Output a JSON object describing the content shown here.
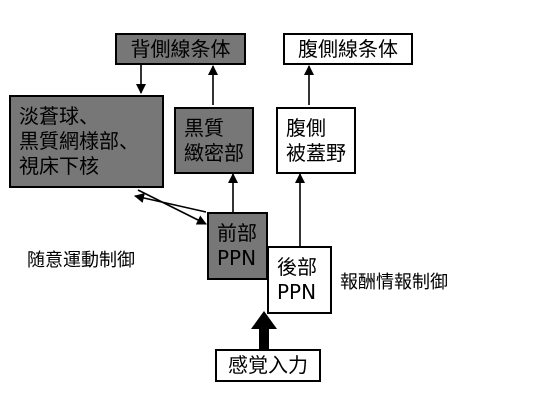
{
  "nodes": {
    "dorsal_striatum": {
      "lines": [
        "背側線条体"
      ]
    },
    "ventral_striatum": {
      "lines": [
        "腹側線条体"
      ]
    },
    "gp_group": {
      "lines": [
        "淡蒼球、",
        "黒質網様部、",
        "視床下核"
      ]
    },
    "snc": {
      "lines": [
        "黒質",
        "緻密部"
      ]
    },
    "vta": {
      "lines": [
        "腹側",
        "被蓋野"
      ]
    },
    "anterior_ppn": {
      "lines": [
        "前部",
        "PPN"
      ]
    },
    "posterior_ppn": {
      "lines": [
        "後部",
        "PPN"
      ]
    },
    "sensory_input": {
      "lines": [
        "感覚入力"
      ]
    }
  },
  "labels": {
    "voluntary_motor_control": "随意運動制御",
    "reward_info_control": "報酬情報制御"
  },
  "colors": {
    "dark_fill": "#777777",
    "light_fill": "#ffffff",
    "stroke": "#000000"
  }
}
